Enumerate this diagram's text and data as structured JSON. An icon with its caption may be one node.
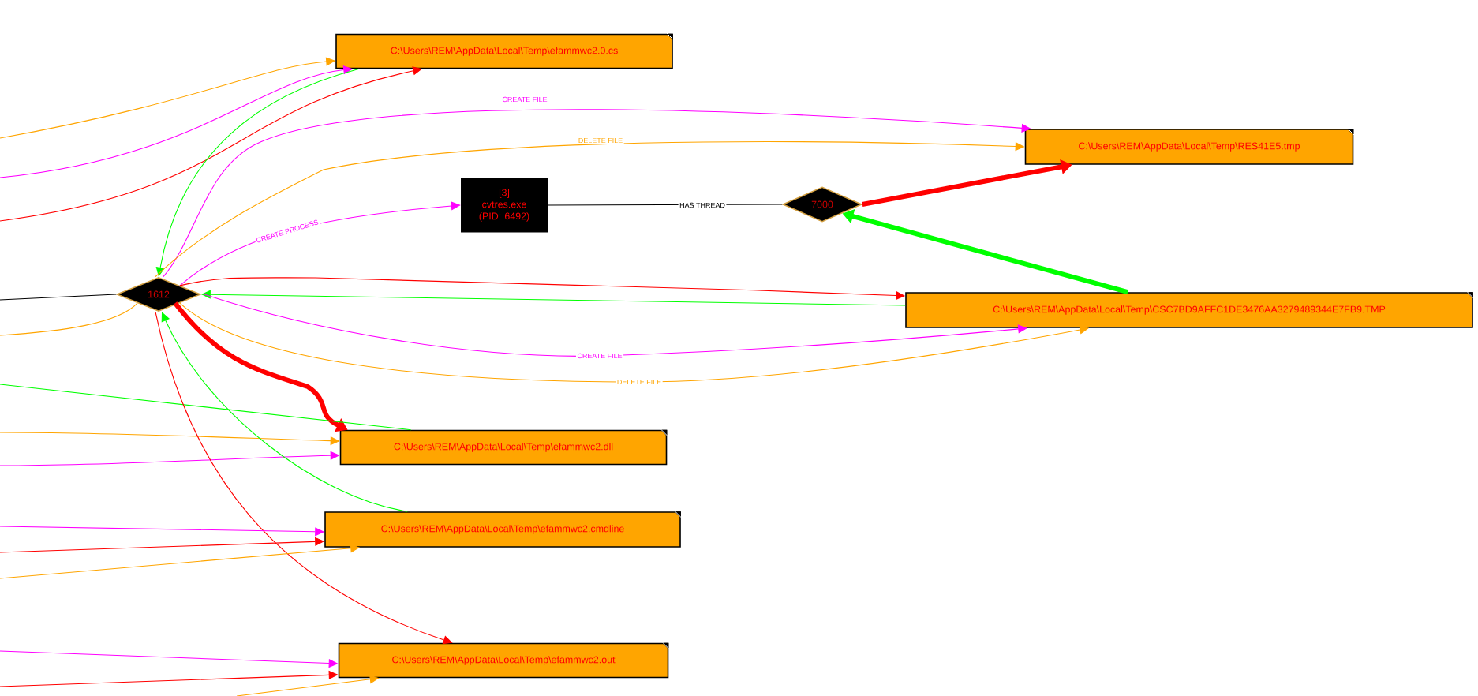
{
  "diagram": {
    "nodes": [
      {
        "text": [
          "C:\\Users\\REM\\AppData\\Local\\Temp\\efammwc2.0.cs"
        ]
      },
      {
        "text": [
          "C:\\Users\\REM\\AppData\\Local\\Temp\\RES41E5.tmp"
        ]
      },
      {
        "text": [
          "[3] cvtres.exe (PID: 6492)"
        ]
      },
      {
        "text": [
          "7000"
        ]
      },
      {
        "text": [
          "1612"
        ]
      },
      {
        "text": [
          "C:\\Users\\REM\\AppData\\Local\\Temp\\CSC7BD9AFFC1DE3476AA3279489344E7FB9.TMP"
        ]
      },
      {
        "text": [
          "C:\\Users\\REM\\AppData\\Local\\Temp\\efammwc2.dll"
        ]
      },
      {
        "text": [
          "C:\\Users\\REM\\AppData\\Local\\Temp\\efammwc2.cmdline"
        ]
      },
      {
        "text": [
          "C:\\Users\\REM\\AppData\\Local\\Temp\\efammwc2.out"
        ]
      }
    ],
    "edges": [
      {
        "from": null,
        "to": 0,
        "arrow": "to",
        "color": "#ffa500"
      },
      {
        "from": null,
        "to": 0,
        "arrow": "to",
        "color": "#ff00ff"
      },
      {
        "from": null,
        "to": 0,
        "arrow": "to",
        "color": "#ff0000"
      },
      {
        "from": 0,
        "to": 4,
        "arrow": "to",
        "color": "#00ff00"
      },
      {
        "from": 4,
        "to": 1,
        "arrow": "to",
        "label": "CREATE FILE",
        "color": "#ff00ff"
      },
      {
        "from": 4,
        "to": 1,
        "arrow": "to",
        "label": "DELETE FILE",
        "color": "#ffa500"
      },
      {
        "from": 4,
        "to": 2,
        "arrow": "to",
        "label": "CREATE PROCESS",
        "color": "#ff00ff"
      },
      {
        "from": 2,
        "to": 3,
        "arrow": "none",
        "label": "HAS THREAD",
        "color": "#000000"
      },
      {
        "from": 3,
        "to": 1,
        "arrow": "to",
        "style": "thick",
        "color": "#ff0000"
      },
      {
        "from": 5,
        "to": 3,
        "arrow": "to",
        "style": "thick",
        "color": "#00ff00"
      },
      {
        "from": 4,
        "to": 5,
        "arrow": "to",
        "color": "#ff0000"
      },
      {
        "from": 5,
        "to": 4,
        "arrow": "to",
        "color": "#00ff00"
      },
      {
        "from": 4,
        "to": 5,
        "arrow": "to",
        "label": "CREATE FILE",
        "color": "#ff00ff"
      },
      {
        "from": 4,
        "to": 5,
        "arrow": "to",
        "label": "DELETE FILE",
        "color": "#ffa500"
      },
      {
        "from": 4,
        "to": 6,
        "arrow": "to",
        "style": "thick",
        "color": "#ff0000"
      },
      {
        "from": null,
        "to": 6,
        "arrow": "none",
        "color": "#00ff00"
      },
      {
        "from": null,
        "to": 6,
        "arrow": "to",
        "color": "#ffa500"
      },
      {
        "from": null,
        "to": 6,
        "arrow": "to",
        "color": "#ff00ff"
      },
      {
        "from": 7,
        "to": 4,
        "arrow": "to",
        "color": "#00ff00"
      },
      {
        "from": 4,
        "to": 8,
        "arrow": "to",
        "color": "#ff0000"
      },
      {
        "from": null,
        "to": 7,
        "arrow": "to",
        "color": "#ff00ff"
      },
      {
        "from": null,
        "to": 7,
        "arrow": "to",
        "color": "#ff0000"
      },
      {
        "from": null,
        "to": 7,
        "arrow": "to",
        "color": "#ffa500"
      },
      {
        "from": null,
        "to": 8,
        "arrow": "to",
        "color": "#ff00ff"
      },
      {
        "from": null,
        "to": 8,
        "arrow": "to",
        "color": "#ff0000"
      },
      {
        "from": null,
        "to": 8,
        "arrow": "to",
        "color": "#ffa500"
      },
      {
        "from": null,
        "to": 4,
        "arrow": "none",
        "color": "#000000"
      },
      {
        "from": 4,
        "to": null,
        "arrow": "none",
        "color": "#ffa500"
      }
    ]
  }
}
